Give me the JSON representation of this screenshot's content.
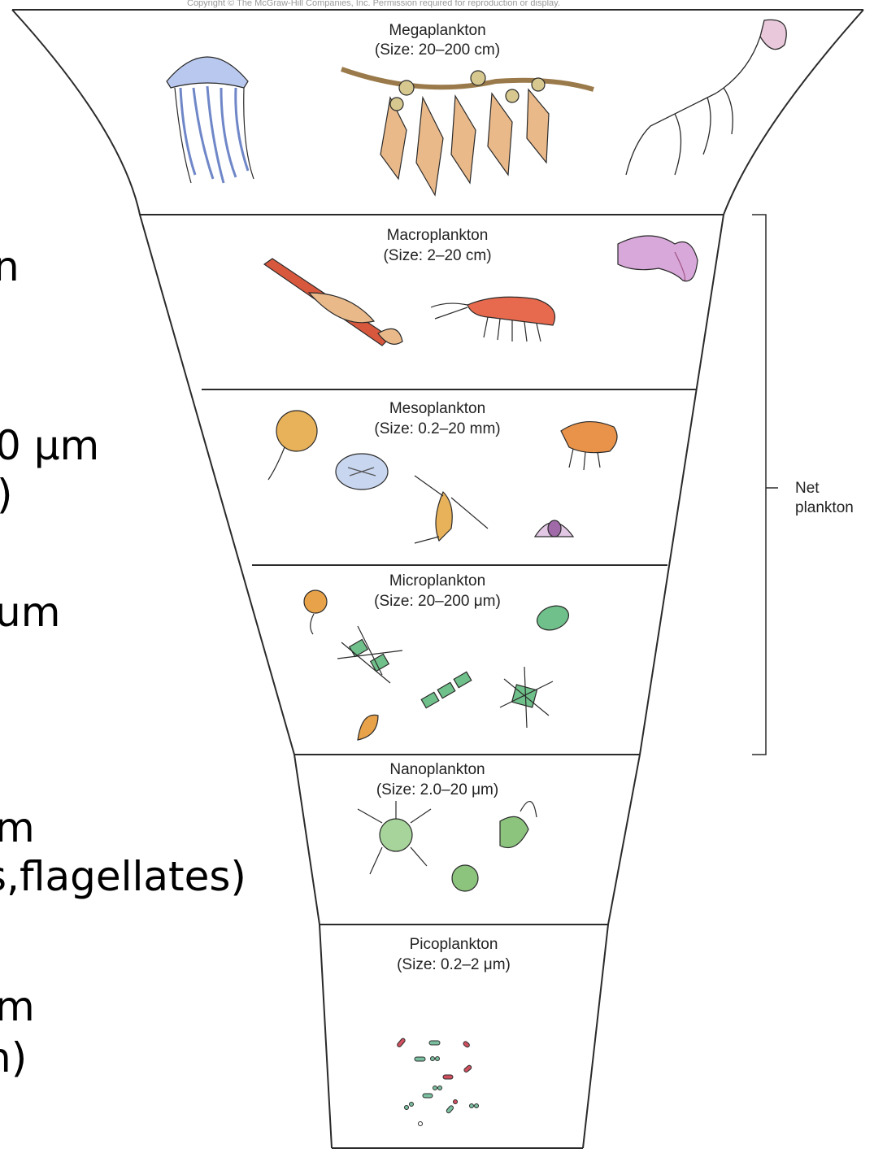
{
  "copyright_fragment": "Copyright © The McGraw-Hill Companies, Inc. Permission required for reproduction or display.",
  "left_text_fragments": [
    "n",
    "0 μm",
    ")",
    "um",
    "m",
    "s,flagellates)",
    "m",
    "n)"
  ],
  "tiers": [
    {
      "name": "Megaplankton",
      "size": "(Size: 20–200 cm)"
    },
    {
      "name": "Macroplankton",
      "size": "(Size: 2–20 cm)"
    },
    {
      "name": "Mesoplankton",
      "size": "(Size: 0.2–20 mm)"
    },
    {
      "name": "Microplankton",
      "size": "(Size: 20–200 μm)"
    },
    {
      "name": "Nanoplankton",
      "size": "(Size: 2.0–20 μm)"
    },
    {
      "name": "Picoplankton",
      "size": "(Size: 0.2–2 μm)"
    }
  ],
  "net_plankton": {
    "line1": "Net",
    "line2": "plankton"
  },
  "colors": {
    "outline": "#2a2a2a",
    "jelly_blue": "#9fb4e0",
    "kelp_tan": "#e9b98a",
    "krill_red": "#d8583e",
    "purple_pink": "#c996d3",
    "diatom_green": "#6fc08a",
    "orange": "#e8a24a"
  }
}
